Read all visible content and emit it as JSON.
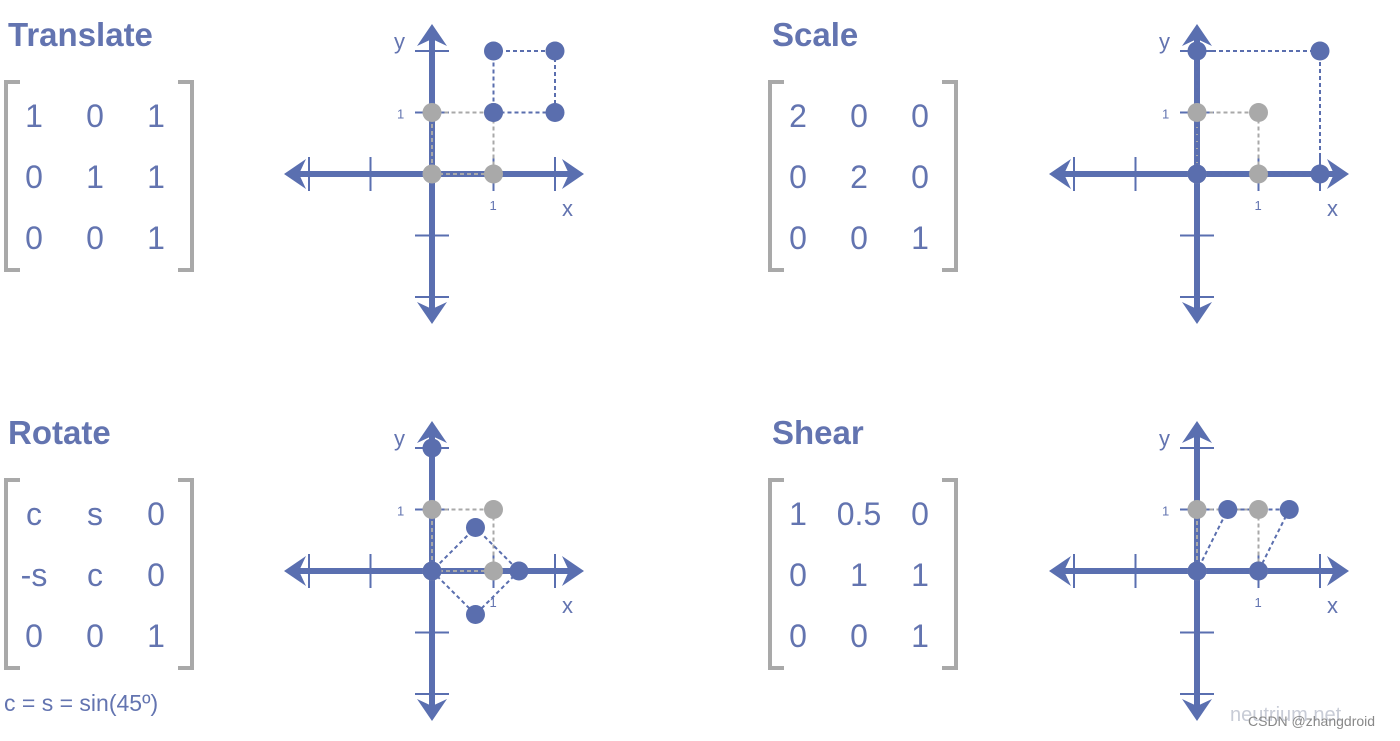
{
  "colors": {
    "accent": "#5a6fb0",
    "point": "#5a6eae",
    "grey": "#a9a9a9",
    "bracket": "#a9a9a9"
  },
  "panels": [
    {
      "id": "translate",
      "title": "Translate",
      "matrix": [
        [
          "1",
          "0",
          "1"
        ],
        [
          "0",
          "1",
          "1"
        ],
        [
          "0",
          "0",
          "1"
        ]
      ],
      "caption": "",
      "axis": {
        "x_label": "x",
        "y_label": "y",
        "tick_x": "1",
        "tick_y": "1"
      },
      "original": [
        [
          0,
          0
        ],
        [
          1,
          0
        ],
        [
          1,
          1
        ],
        [
          0,
          1
        ]
      ],
      "transformed": [
        [
          1,
          1
        ],
        [
          2,
          1
        ],
        [
          2,
          2
        ],
        [
          1,
          2
        ]
      ]
    },
    {
      "id": "scale",
      "title": "Scale",
      "matrix": [
        [
          "2",
          "0",
          "0"
        ],
        [
          "0",
          "2",
          "0"
        ],
        [
          "0",
          "0",
          "1"
        ]
      ],
      "caption": "",
      "axis": {
        "x_label": "x",
        "y_label": "y",
        "tick_x": "1",
        "tick_y": "1"
      },
      "original": [
        [
          0,
          0
        ],
        [
          1,
          0
        ],
        [
          1,
          1
        ],
        [
          0,
          1
        ]
      ],
      "transformed": [
        [
          0,
          0
        ],
        [
          2,
          0
        ],
        [
          2,
          2
        ],
        [
          0,
          2
        ]
      ]
    },
    {
      "id": "rotate",
      "title": "Rotate",
      "matrix": [
        [
          "c",
          "s",
          "0"
        ],
        [
          "-s",
          "c",
          "0"
        ],
        [
          "0",
          "0",
          "1"
        ]
      ],
      "caption": "c = s = sin(45º)",
      "axis": {
        "x_label": "x",
        "y_label": "y",
        "tick_x": "1",
        "tick_y": "1"
      },
      "original": [
        [
          0,
          0
        ],
        [
          1,
          0
        ],
        [
          1,
          1
        ],
        [
          0,
          1
        ]
      ],
      "transformed": [
        [
          0,
          0
        ],
        [
          0.707,
          -0.707
        ],
        [
          1.414,
          0
        ],
        [
          0.707,
          0.707
        ]
      ],
      "extra_points": [
        [
          0,
          2
        ]
      ]
    },
    {
      "id": "shear",
      "title": "Shear",
      "matrix": [
        [
          "1",
          "0.5",
          "0"
        ],
        [
          "0",
          "1",
          "1"
        ],
        [
          "0",
          "0",
          "1"
        ]
      ],
      "caption": "",
      "axis": {
        "x_label": "x",
        "y_label": "y",
        "tick_x": "1",
        "tick_y": "1"
      },
      "original": [
        [
          0,
          0
        ],
        [
          1,
          0
        ],
        [
          1,
          1
        ],
        [
          0,
          1
        ]
      ],
      "transformed": [
        [
          0,
          0
        ],
        [
          1,
          0
        ],
        [
          1.5,
          1
        ],
        [
          0.5,
          1
        ]
      ]
    }
  ],
  "watermark": "neutrium.net",
  "credit": "CSDN @zhangdroid"
}
